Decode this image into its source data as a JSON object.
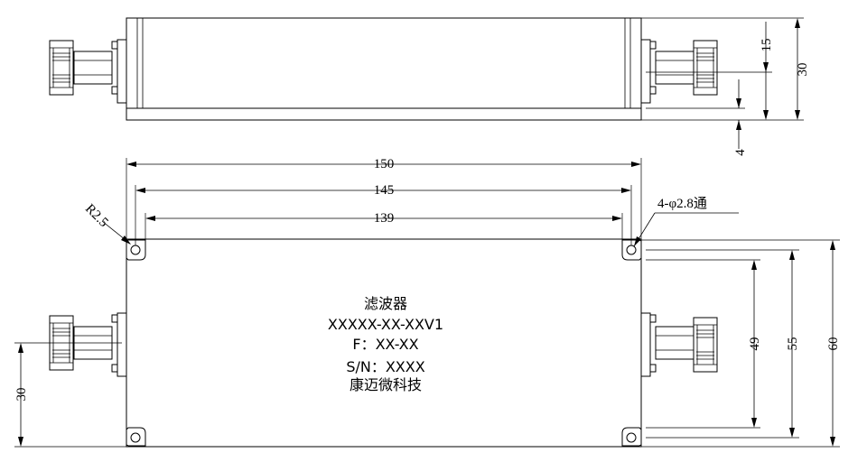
{
  "dimensions": {
    "top_height": "30",
    "top_connector_offset": "15",
    "top_flange": "4",
    "length_overall": "150",
    "length_holes": "145",
    "length_inner": "139",
    "corner_radius": "R2.5",
    "hole_callout": "4-φ2.8通",
    "width_holes": "49",
    "width_inner": "55",
    "width_overall": "60",
    "connector_height": "30"
  },
  "label": {
    "line1": "滤波器",
    "line2": "XXXXX-XX-XXV1",
    "line3": "F：XX-XX",
    "line4": "S/N：XXXX",
    "line5": "康迈微科技"
  }
}
